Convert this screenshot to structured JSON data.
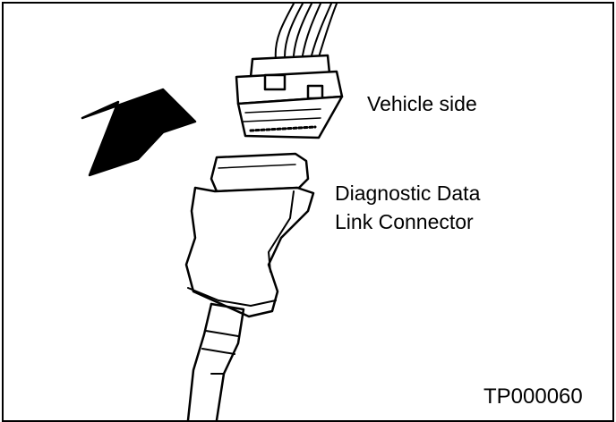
{
  "figure": {
    "labels": {
      "vehicle_side": "Vehicle side",
      "dlc_line1": "Diagnostic Data",
      "dlc_line2": "Link Connector"
    },
    "figure_code": "TP000060",
    "colors": {
      "ink": "#000000",
      "paper": "#ffffff"
    },
    "icons": {
      "direction": "arrow-up-right-icon"
    }
  }
}
